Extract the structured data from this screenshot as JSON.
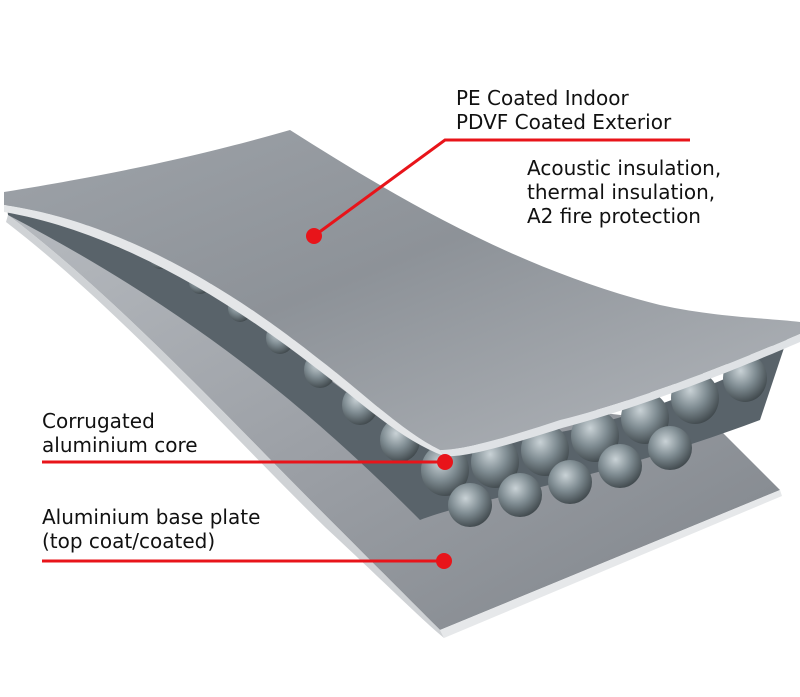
{
  "colors": {
    "pointer": "#e8141a",
    "text": "#111111",
    "panel_light": "#b8bcc1",
    "panel_dark": "#70757c"
  },
  "labels": {
    "coating": {
      "line1": "PE Coated Indoor",
      "line2": "PDVF Coated Exterior"
    },
    "insulation": {
      "line1": "Acoustic insulation,",
      "line2": "thermal insulation,",
      "line3": "A2 fire protection"
    },
    "core": {
      "line1": "Corrugated",
      "line2": "aluminium core"
    },
    "base": {
      "line1": "Aluminium base plate",
      "line2": "(top coat/coated)"
    }
  }
}
